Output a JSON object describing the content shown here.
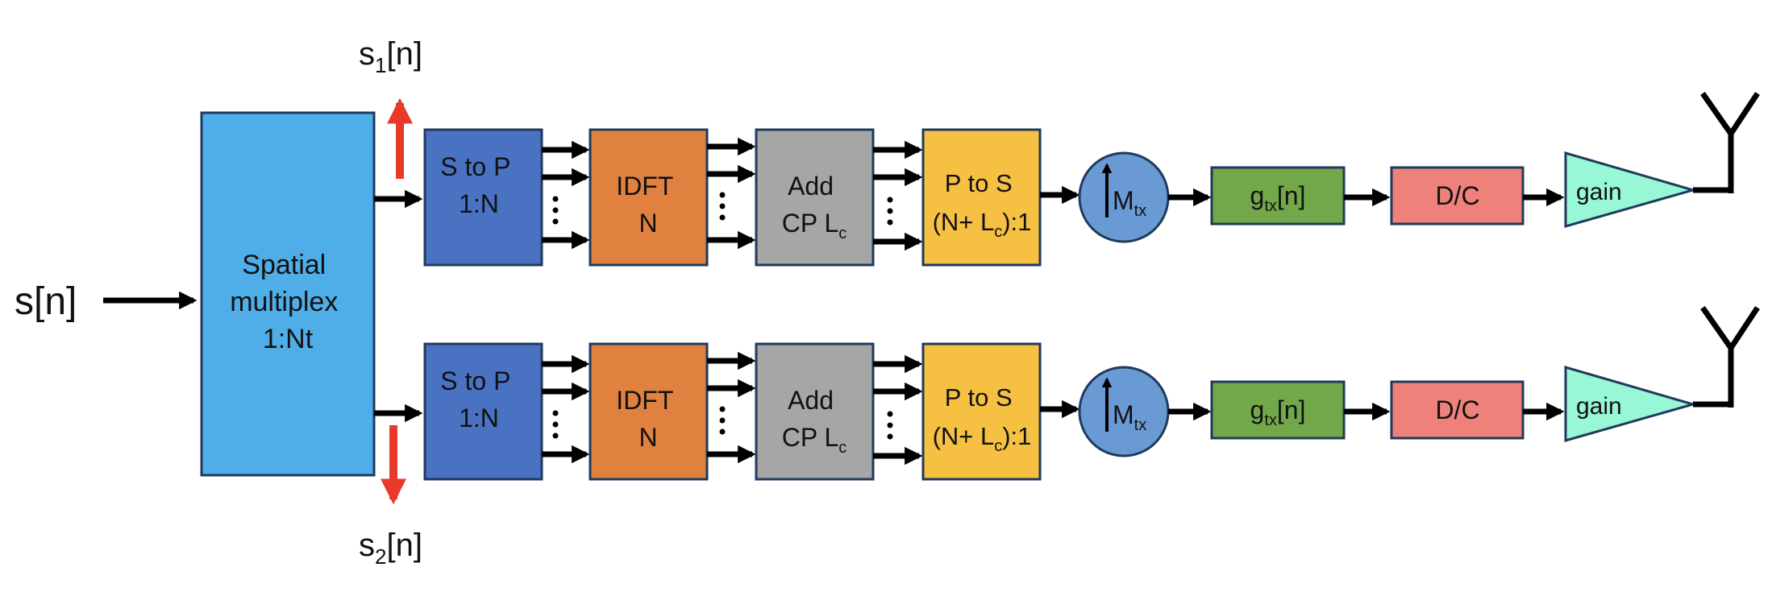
{
  "input": {
    "base": "s",
    "suffix": "[n]"
  },
  "outputs": {
    "top": {
      "base": "s",
      "sub": "1",
      "suffix": "[n]"
    },
    "bottom": {
      "base": "s",
      "sub": "2",
      "suffix": "[n]"
    }
  },
  "spatial": {
    "line1": "Spatial",
    "line2": "multiplex",
    "line3": "1:Nt"
  },
  "s2p": {
    "line1": "S to P",
    "line2": "1:N"
  },
  "idft": {
    "line1": "IDFT",
    "line2": "N"
  },
  "cp": {
    "line1": "Add",
    "line2_pre": "CP L",
    "line2_sub": "c"
  },
  "p2s": {
    "line1": "P to S",
    "line2_pre": "(N+ L",
    "line2_sub": "c",
    "line2_post": "):1"
  },
  "upsample": {
    "base": "M",
    "sub": "tx"
  },
  "filter": {
    "base": "g",
    "sub": "tx",
    "suffix": "[n]"
  },
  "dc": {
    "label": "D/C"
  },
  "gain": {
    "label": "gain"
  },
  "colors": {
    "spatial": "#4FAEE8",
    "s2p": "#4A72C3",
    "idft": "#E0813F",
    "cp": "#A6A6A6",
    "p2s": "#F6C142",
    "upsample": "#6A9AD4",
    "filter": "#72A84A",
    "dc": "#EE827B",
    "gain": "#97F7D6",
    "red_arrow": "#E8392A",
    "stroke": "#1F3A5C"
  }
}
